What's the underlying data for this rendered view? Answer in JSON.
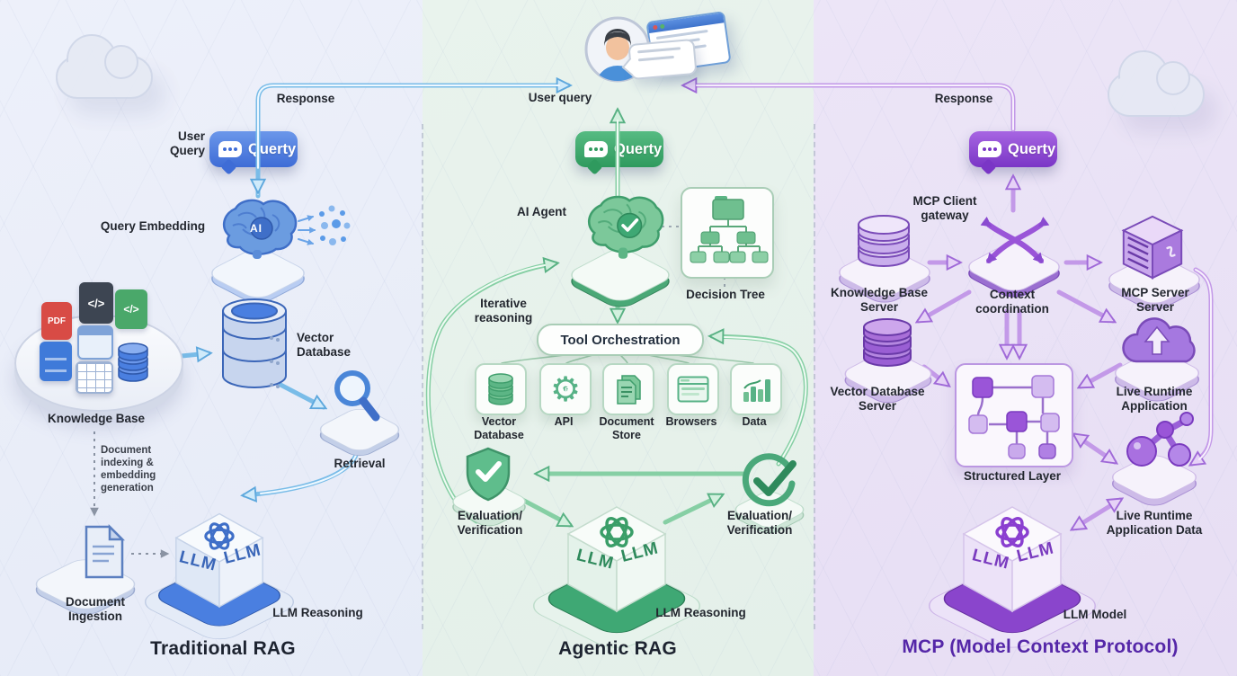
{
  "header": {
    "user_query_label": "User query"
  },
  "traditional": {
    "title": "Traditional RAG",
    "response_label": "Response",
    "user_query_label": "User Query",
    "query_bubble_label": "Querty",
    "query_embedding_label": "Query Embedding",
    "ai_badge": "AI",
    "vector_database_label": "Vector Database",
    "knowledge_base_label": "Knowledge Base",
    "kb_pdf_text": "PDF",
    "kb_code_text": "</>",
    "indexing_note": "Document indexing & embedding generation",
    "document_ingestion_label": "Document Ingestion",
    "retrieval_label": "Retrieval",
    "llm_reasoning_label": "LLM Reasoning",
    "llm_text": "LLM"
  },
  "agentic": {
    "title": "Agentic RAG",
    "query_bubble_label": "Querty",
    "ai_agent_label": "AI Agent",
    "decision_tree_label": "Decision Tree",
    "iterative_reasoning_label": "Iterative reasoning",
    "tool_orchestration_label": "Tool Orchestration",
    "tools": [
      {
        "label": "Vector Database"
      },
      {
        "label": "API"
      },
      {
        "label": "Document Store"
      },
      {
        "label": "Browsers"
      },
      {
        "label": "Data"
      }
    ],
    "evaluation_left_label": "Evaluation/ Verification",
    "evaluation_right_label": "Evaluation/ Verification",
    "llm_reasoning_label": "LLM Reasoning",
    "llm_text": "LLM"
  },
  "mcp": {
    "title": "MCP (Model Context Protocol)",
    "response_label": "Response",
    "query_bubble_label": "Querty",
    "client_gateway_label": "MCP Client gateway",
    "knowledge_base_server_label": "Knowledge Base Server",
    "context_coordination_label": "Context coordination",
    "mcp_server_label": "MCP Server Server",
    "vector_db_server_label": "Vector Database Server",
    "live_runtime_app_label": "Live Runtime Application",
    "structured_layer_label": "Structured Layer",
    "live_runtime_data_label": "Live Runtime Application Data",
    "llm_model_label": "LLM Model",
    "llm_text": "LLM"
  },
  "colors": {
    "blue": "#4a7fd9",
    "green": "#3fa874",
    "purple": "#8a45cc"
  }
}
